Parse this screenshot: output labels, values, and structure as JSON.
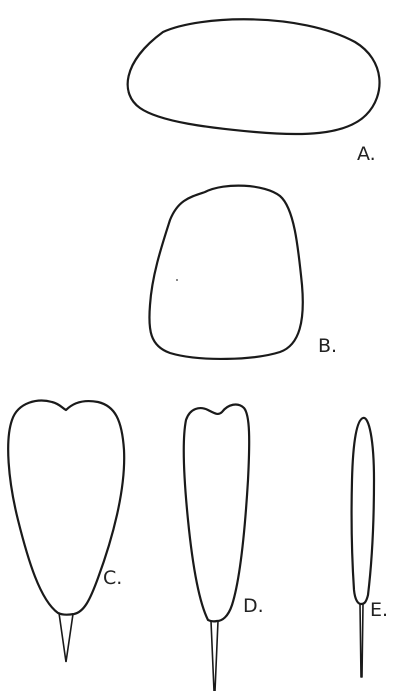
{
  "figure": {
    "labels": {
      "a": "A.",
      "b": "B.",
      "c": "C.",
      "d": "D.",
      "e": "E."
    }
  }
}
